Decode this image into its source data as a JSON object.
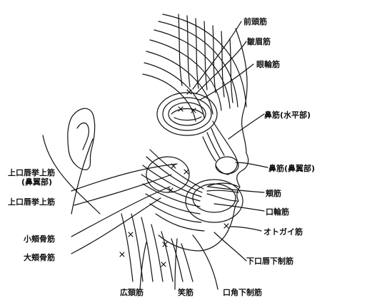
{
  "colors": {
    "ink": "#111111",
    "paper": "#ffffff"
  },
  "labels": {
    "frontalis": "前頭筋",
    "corrugator": "皺眉筋",
    "orbicularis_oculi": "眼輪筋",
    "nasalis_transverse": "鼻筋(水平部)",
    "nasalis_alar": "鼻筋(鼻翼部)",
    "buccinator": "頬筋",
    "orbicularis_oris": "口輪筋",
    "mentalis": "オトガイ筋",
    "depressor_labii": "下口唇下制筋",
    "depressor_anguli": "口角下制筋",
    "risorius": "笑筋",
    "platysma": "広頚筋",
    "zygomaticus_major": "大頬骨筋",
    "zygomaticus_minor": "小頬骨筋",
    "levator_labii": "上口唇挙上筋",
    "levator_labii_alaeque_1": "上口唇挙上筋",
    "levator_labii_alaeque_2": "(鼻翼部)"
  }
}
